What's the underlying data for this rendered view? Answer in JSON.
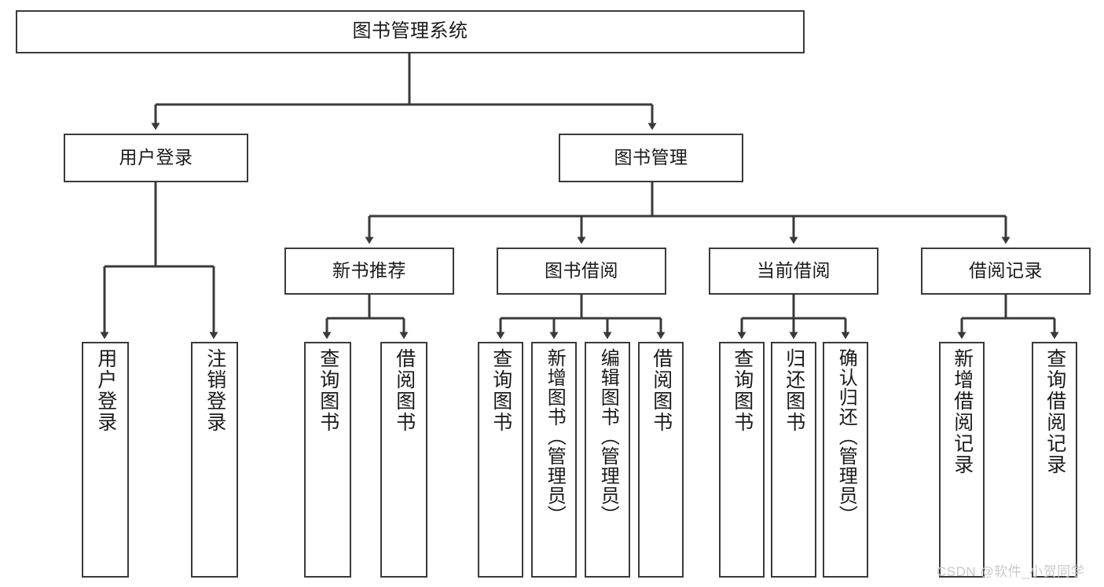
{
  "diagram": {
    "title": "图书管理系统",
    "type": "tree",
    "stroke_color": "#3a3a3a",
    "node_fill": "#ffffff",
    "text_color": "#1a1a1a",
    "watermark": "CSDN @软件_小贺同学",
    "watermark_color": "#c9c9c9",
    "levels": {
      "root": [
        "图书管理系统"
      ],
      "level2": [
        "用户登录",
        "图书管理"
      ],
      "level3": [
        "新书推荐",
        "图书借阅",
        "当前借阅",
        "借阅记录"
      ],
      "leaves": [
        "用户登录",
        "注销登录",
        "查询图书",
        "借阅图书",
        "查询图书",
        "新增图书（管理员）",
        "编辑图书（管理员）",
        "借阅图书",
        "查询图书",
        "归还图书",
        "确认归还（管理员）",
        "新增借阅记录",
        "查询借阅记录"
      ]
    },
    "nodes": {
      "root": {
        "label": "图书管理系统"
      },
      "user_login": {
        "label": "用户登录"
      },
      "book_manage": {
        "label": "图书管理"
      },
      "new_book_rec": {
        "label": "新书推荐"
      },
      "book_borrow": {
        "label": "图书借阅"
      },
      "current_borrow": {
        "label": "当前借阅"
      },
      "borrow_record": {
        "label": "借阅记录"
      },
      "leaf_user_login": {
        "label": "用户登录"
      },
      "leaf_logout": {
        "label": "注销登录"
      },
      "leaf_query_book_1": {
        "label": "查询图书"
      },
      "leaf_borrow_book_1": {
        "label": "借阅图书"
      },
      "leaf_query_book_2": {
        "label": "查询图书"
      },
      "leaf_add_book_admin": {
        "label": "新增图书（管理员）"
      },
      "leaf_edit_book_admin": {
        "label": "编辑图书（管理员）"
      },
      "leaf_borrow_book_2": {
        "label": "借阅图书"
      },
      "leaf_query_book_3": {
        "label": "查询图书"
      },
      "leaf_return_book": {
        "label": "归还图书"
      },
      "leaf_confirm_return_admin": {
        "label": "确认归还（管理员）"
      },
      "leaf_add_borrow_record": {
        "label": "新增借阅记录"
      },
      "leaf_query_borrow_record": {
        "label": "查询借阅记录"
      }
    },
    "edges": [
      {
        "from": "root",
        "to": "user_login"
      },
      {
        "from": "root",
        "to": "book_manage"
      },
      {
        "from": "user_login",
        "to": "leaf_user_login"
      },
      {
        "from": "user_login",
        "to": "leaf_logout"
      },
      {
        "from": "book_manage",
        "to": "new_book_rec"
      },
      {
        "from": "book_manage",
        "to": "book_borrow"
      },
      {
        "from": "book_manage",
        "to": "current_borrow"
      },
      {
        "from": "book_manage",
        "to": "borrow_record"
      },
      {
        "from": "new_book_rec",
        "to": "leaf_query_book_1"
      },
      {
        "from": "new_book_rec",
        "to": "leaf_borrow_book_1"
      },
      {
        "from": "book_borrow",
        "to": "leaf_query_book_2"
      },
      {
        "from": "book_borrow",
        "to": "leaf_add_book_admin"
      },
      {
        "from": "book_borrow",
        "to": "leaf_edit_book_admin"
      },
      {
        "from": "book_borrow",
        "to": "leaf_borrow_book_2"
      },
      {
        "from": "current_borrow",
        "to": "leaf_query_book_3"
      },
      {
        "from": "current_borrow",
        "to": "leaf_return_book"
      },
      {
        "from": "current_borrow",
        "to": "leaf_confirm_return_admin"
      },
      {
        "from": "borrow_record",
        "to": "leaf_add_borrow_record"
      },
      {
        "from": "borrow_record",
        "to": "leaf_query_borrow_record"
      }
    ]
  }
}
